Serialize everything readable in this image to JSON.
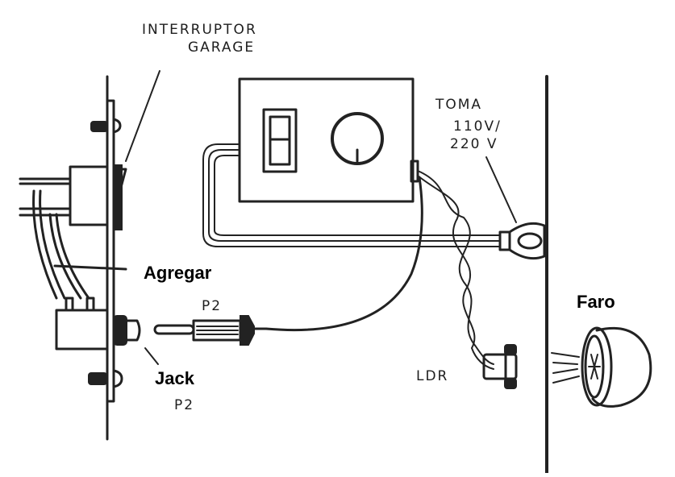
{
  "diagram": {
    "title": "Garage switch / LDR light control wiring",
    "labels": {
      "switch": [
        "INTERRUPTOR",
        "GARAGE"
      ],
      "outlet": [
        "TOMA",
        "110V/",
        "220 V"
      ],
      "add": "Agregar",
      "jack": "Jack",
      "jack_type": "P2",
      "plug_type": "P2",
      "ldr": "LDR",
      "lamp": "Faro"
    },
    "components": [
      {
        "id": "panel-left",
        "name": "Wall panel with garage switch"
      },
      {
        "id": "switch",
        "name": "Garage switch"
      },
      {
        "id": "jack",
        "name": "P2 jack"
      },
      {
        "id": "plug",
        "name": "P2 plug"
      },
      {
        "id": "control-box",
        "name": "Control box with switch and knob"
      },
      {
        "id": "outlet",
        "name": "110V/220V outlet plug"
      },
      {
        "id": "ldr",
        "name": "LDR sensor"
      },
      {
        "id": "lamp",
        "name": "Headlight (Faro)"
      }
    ],
    "colors": {
      "ink": "#222222",
      "label_bold": "#000000",
      "background": "#ffffff"
    }
  }
}
